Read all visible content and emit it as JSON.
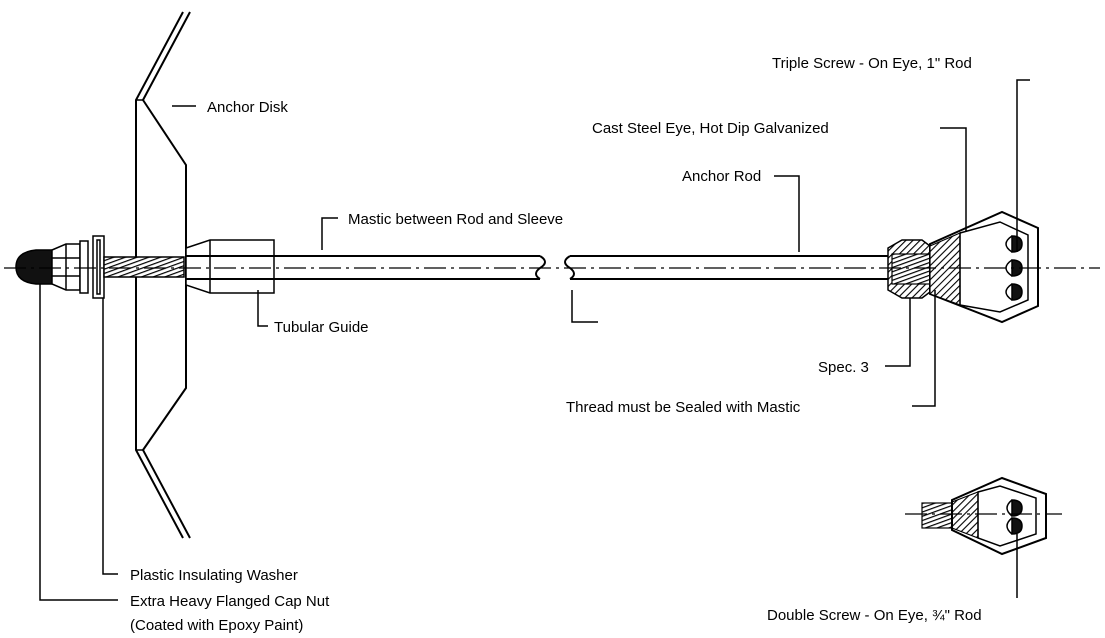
{
  "labels": {
    "anchor_disk": "Anchor Disk",
    "mastic_between": "Mastic between Rod and Sleeve",
    "tubular_guide": "Tubular Guide",
    "anchor_rod": "Anchor Rod",
    "cast_steel_eye": "Cast Steel Eye, Hot Dip Galvanized",
    "triple_screw": "Triple Screw - On Eye, 1\" Rod",
    "spec3": "Spec. 3",
    "thread_sealed": "Thread must be Sealed with Mastic",
    "plastic_washer": "Plastic Insulating Washer",
    "cap_nut_line1": "Extra Heavy Flanged Cap Nut",
    "cap_nut_line2": "(Coated with Epoxy Paint)",
    "double_screw": "Double Screw - On Eye, ¾\" Rod"
  }
}
